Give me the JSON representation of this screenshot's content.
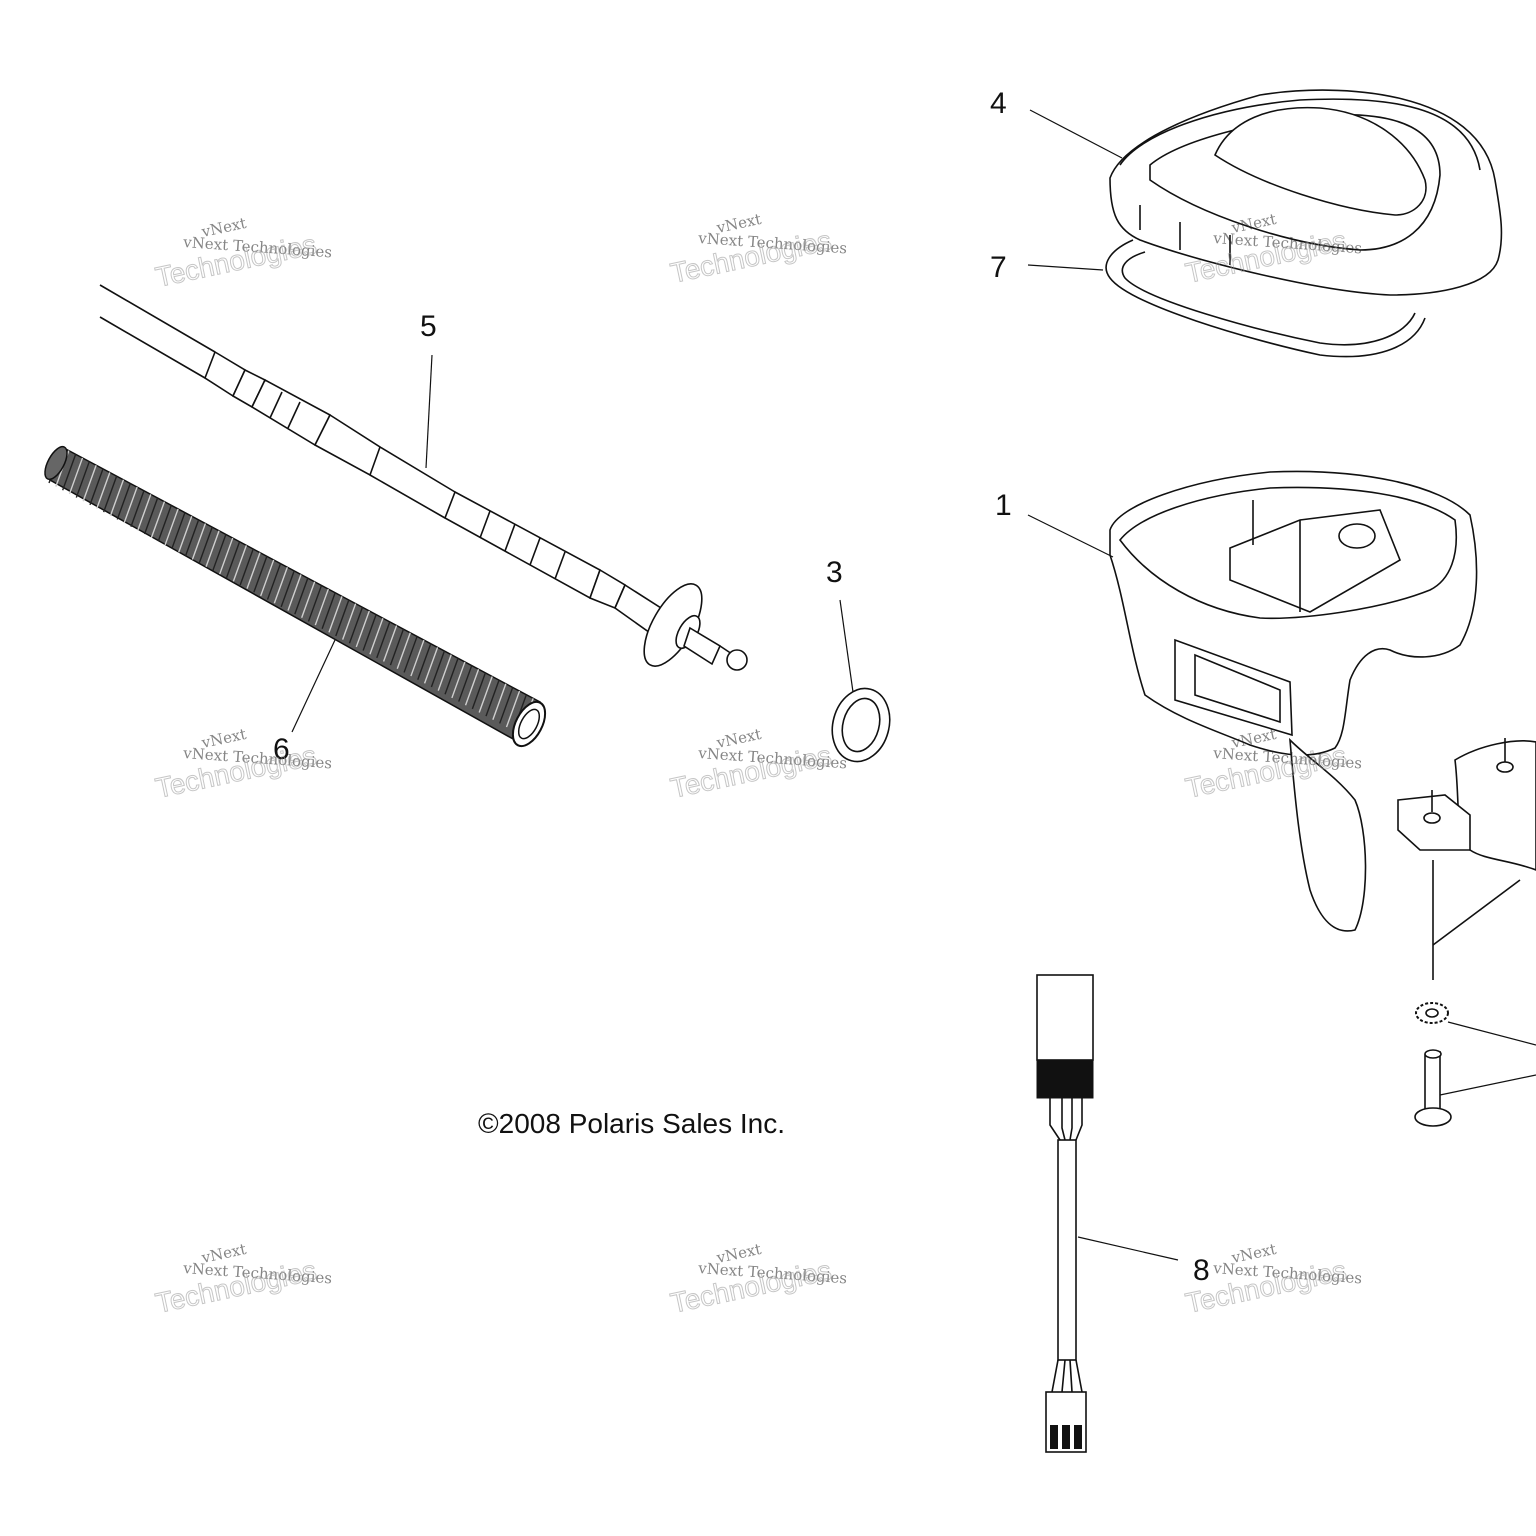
{
  "callouts": {
    "item_1": "1",
    "item_3": "3",
    "item_4": "4",
    "item_5": "5",
    "item_6": "6",
    "item_7": "7",
    "item_8": "8"
  },
  "copyright": "©2008 Polaris Sales Inc.",
  "watermark": {
    "line1": "vNext",
    "line2": "vNext Technologies",
    "line3": "Technologies"
  }
}
